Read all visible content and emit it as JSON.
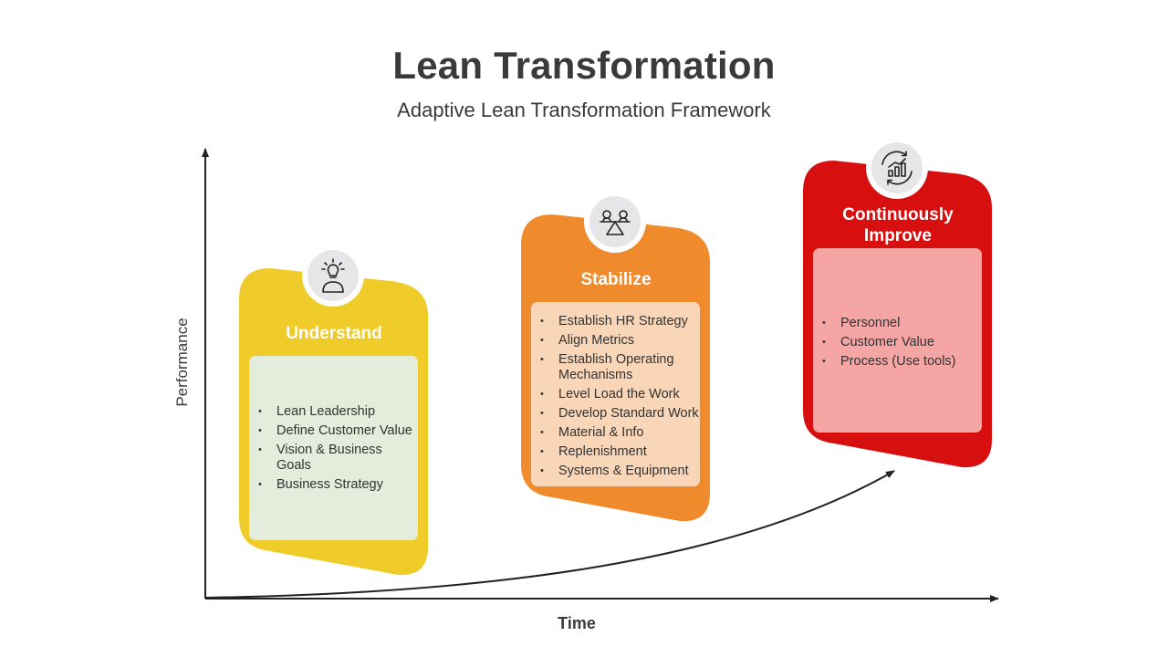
{
  "header": {
    "title": "Lean Transformation",
    "subtitle": "Adaptive Lean Transformation Framework"
  },
  "axes": {
    "y_label": "Performance",
    "x_label": "Time"
  },
  "colors": {
    "understand": "#f0cc2b",
    "understand_panel": "#e4ecdb",
    "stabilize": "#ef8b2c",
    "stabilize_panel": "#f9d6b8",
    "improve": "#d80f0f",
    "improve_panel": "#f6a5a5",
    "axis": "#222222"
  },
  "stages": [
    {
      "title": "Understand",
      "icon": "lightbulb-person-icon",
      "items": [
        "Lean Leadership",
        "Define Customer Value",
        "Vision & Business Goals",
        "Business Strategy"
      ]
    },
    {
      "title": "Stabilize",
      "icon": "balance-scale-icon",
      "items": [
        "Establish HR Strategy",
        "Align Metrics",
        "Establish Operating Mechanisms",
        "Level Load the Work",
        "Develop Standard Work",
        "Material & Info",
        "Replenishment",
        "Systems & Equipment"
      ]
    },
    {
      "title": "Continuously Improve",
      "icon": "growth-cycle-icon",
      "items": [
        "Personnel",
        "Customer Value",
        "Process (Use tools)"
      ]
    }
  ]
}
